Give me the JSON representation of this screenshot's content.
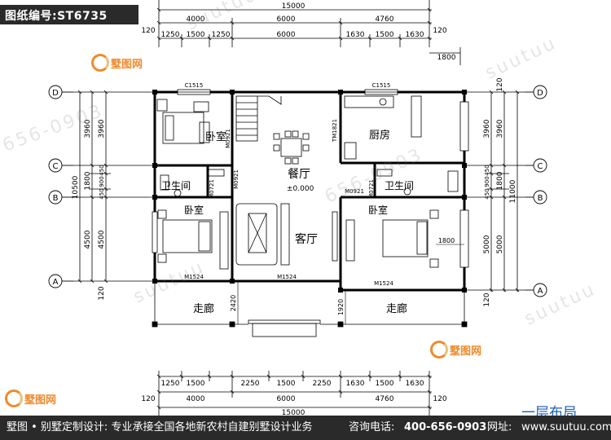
{
  "drawing_code": "图纸编号:ST6735",
  "plan_title": "一层布局",
  "footer": {
    "left": "墅图 • 别墅定制设计: 专业承接全国各地新农村自建别墅设计业务",
    "phone_label": "咨询电话:",
    "phone": "400-656-0903",
    "site_label": "网址:",
    "site": "www.suutuu.com"
  },
  "watermarks": {
    "phone": "656-0903",
    "site": "suutuu",
    "logo": "墅图网"
  },
  "top_dims": {
    "total": "15000",
    "row1": [
      "4000",
      "6000",
      "4760"
    ],
    "row2": [
      "1250",
      "1500",
      "1250",
      "6000",
      "1630",
      "1500",
      "1630"
    ],
    "edge": "120",
    "right_ext": "1800"
  },
  "bottom_dims": {
    "row1": [
      "1250",
      "1500",
      "2250",
      "1500",
      "2250",
      "1630",
      "1500",
      "1630"
    ],
    "row2": [
      "4000",
      "6000",
      "4760"
    ],
    "total": "15000",
    "edge": "120"
  },
  "left_dims": {
    "outer": [
      "3960",
      "1800",
      "4500"
    ],
    "inner": [
      "3960",
      "450",
      "900",
      "450",
      "4500"
    ],
    "total": "10500",
    "edge": "120"
  },
  "right_dims": {
    "outer": [
      "3960",
      "450",
      "900",
      "450",
      "5000"
    ],
    "inner": [
      "3960",
      "1800",
      "5000"
    ],
    "total": "11000",
    "edge": "120"
  },
  "axes": [
    "D",
    "C",
    "B",
    "A"
  ],
  "rooms": {
    "bedroom_nw": "卧室",
    "bath_w": "卫生间",
    "bedroom_sw": "卧室",
    "dining": "餐厅",
    "living": "客厅",
    "kitchen": "厨房",
    "bath_e": "卫生间",
    "bedroom_se": "卧室",
    "corridor_w": "走廊",
    "corridor_e": "走廊"
  },
  "elevation": "±0.000",
  "labels": {
    "window_nw": "C1515",
    "window_ne": "C1515",
    "door_m0921_a": "M0921",
    "door_m0921_b": "M0921",
    "door_m0721_a": "M0721",
    "door_m0721_b": "M0721",
    "door_tm1821": "TM1821",
    "door_m0921_c": "M0921",
    "door_m1524_a": "M1524",
    "door_m1524_b": "M1524",
    "door_m1524_c": "M1524",
    "dim_2420": "2420",
    "dim_1920": "1920",
    "dim_1800_r": "1800"
  }
}
